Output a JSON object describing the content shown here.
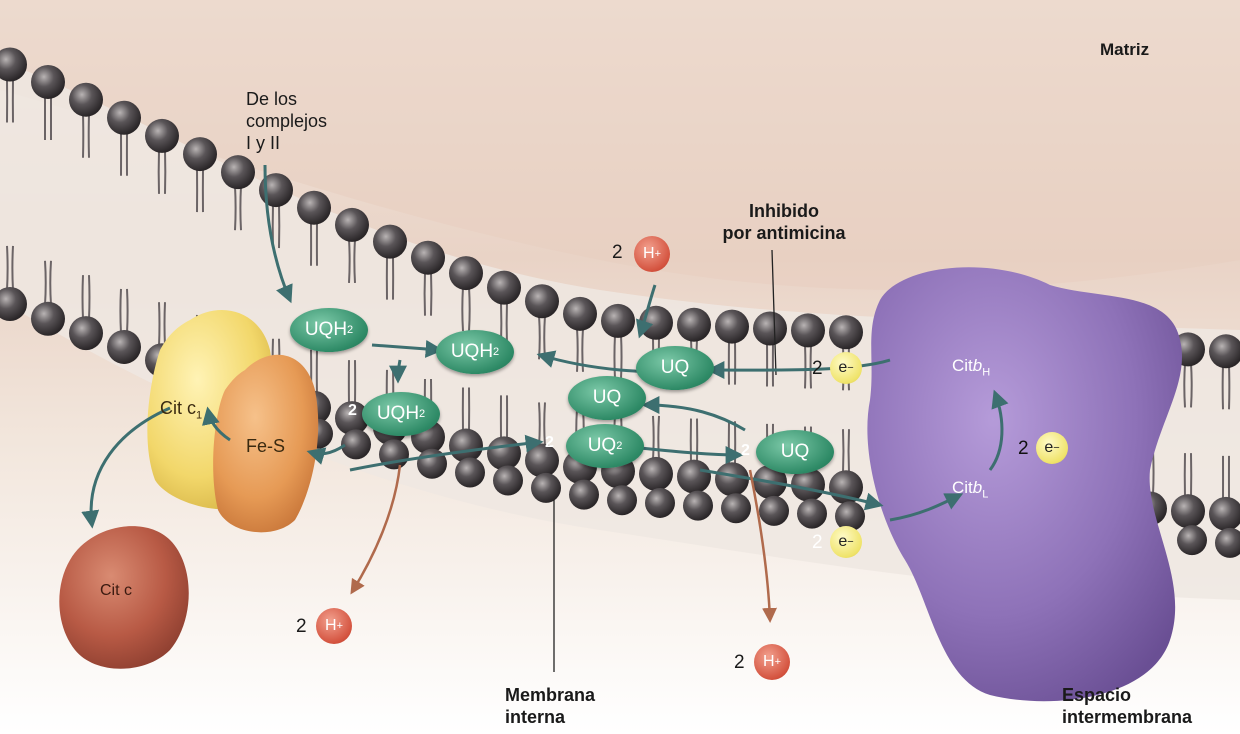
{
  "labels": {
    "matriz": "Matriz",
    "de_los": "De los",
    "complejos": "complejos",
    "i_y_ii": "I y II",
    "inhibido": "Inhibido",
    "por_antimicina": "por antimicina",
    "membrana": "Membrana",
    "interna": "interna",
    "espacio": "Espacio",
    "intermembrana": "intermembrana"
  },
  "molecules": {
    "uqh": "UQH",
    "uq": "UQ",
    "sub2": "2",
    "fes": "Fe-S",
    "cit_c1": "Cit c",
    "cit_c1_sub": "1",
    "cit_c": "Cit c",
    "cit_bh": "Cit",
    "bh_italic": "b",
    "bh_sub": "H",
    "cit_bl": "Cit",
    "bl_italic": "b",
    "bl_sub": "L"
  },
  "ions": {
    "two": "2",
    "h": "H",
    "h_plus": "+",
    "e": "e",
    "e_minus": "−"
  },
  "colors": {
    "uq_green": "#2e8a66",
    "h_red": "#d4533f",
    "e_yellow": "#efe36a",
    "cyt_b_purple": "#8e72b8",
    "cit_c_brown": "#b85a45",
    "cit_c1_yellow": "#f2d76a",
    "fes_orange": "#e69a55",
    "arrow_teal": "#3d6f70"
  }
}
